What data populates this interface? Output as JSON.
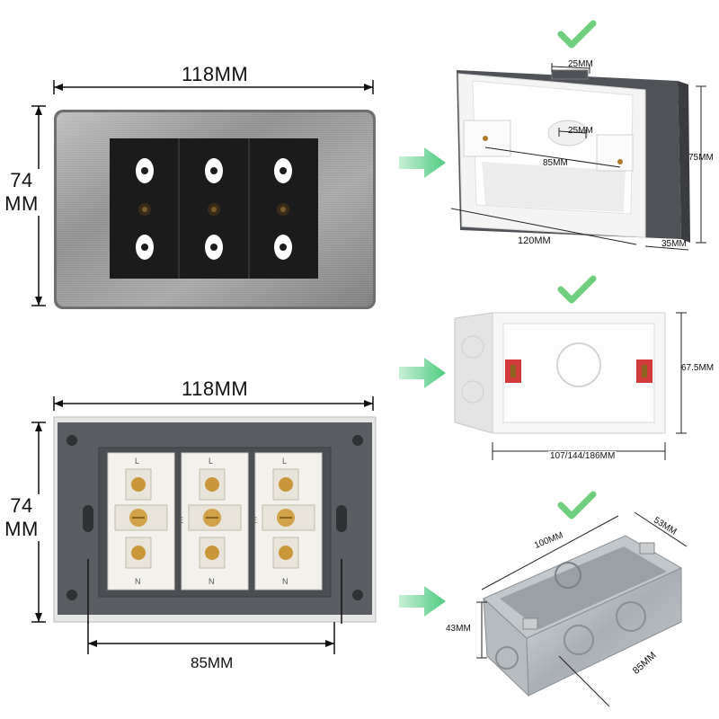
{
  "front": {
    "width_label": "118MM",
    "height_label_line1": "74",
    "height_label_line2": "MM"
  },
  "back": {
    "width_label": "118MM",
    "height_label_line1": "74",
    "height_label_line2": "MM",
    "screw_spacing_label": "85MM",
    "terminal_marks": [
      "L",
      "N",
      "E"
    ]
  },
  "box_plastic_grey": {
    "top_label": "25MM",
    "inner_label": "25MM",
    "screw_label": "85MM",
    "height_label": "75MM",
    "length_label": "120MM",
    "depth_label": "35MM"
  },
  "box_plastic_white": {
    "height_label": "67.5MM",
    "length_label": "107/144/186MM"
  },
  "box_metal": {
    "top_label": "100MM",
    "depth_label": "53MM",
    "height_label": "43MM",
    "length_label": "85MM"
  },
  "colors": {
    "check": "#6fcf7f",
    "arrow": "#5ed08a",
    "plate": "#9a9a9a",
    "module": "#1e1e1e",
    "back_plate": "#5a5d62"
  }
}
